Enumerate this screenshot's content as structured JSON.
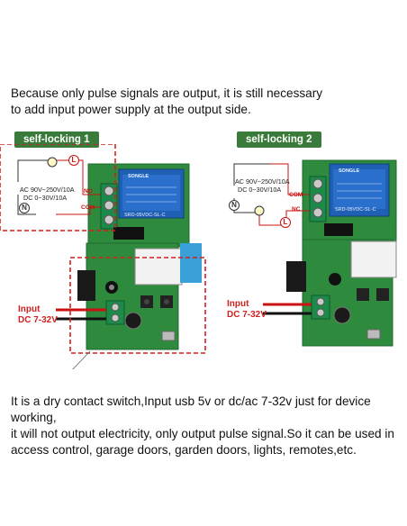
{
  "top_note": {
    "line1": "Because only pulse signals are output, it is still necessary",
    "line2": "to add input power supply at the output side."
  },
  "left_panel": {
    "tag": "self-locking 1",
    "ac_text": "AC 90V~250V/10A",
    "dc_text": "DC 0~30V/10A",
    "no_label": "NO",
    "com_label": "COM",
    "l_symbol": "L",
    "n_symbol": "N",
    "input_label": "Input",
    "dc_label": "DC 7-32V"
  },
  "right_panel": {
    "tag": "self-locking 2",
    "ac_text": "AC 90V~250V/10A",
    "dc_text": "DC 0~30V/10A",
    "com_label": "COM",
    "nc_label": "NC",
    "l_symbol": "L",
    "n_symbol": "N",
    "input_label": "Input",
    "dc_label": "DC 7-32V"
  },
  "relay": {
    "brand": "SONGLE",
    "model": "SRD-05VDC-SL-C"
  },
  "bottom_note": {
    "line1": "It is a dry contact switch,Input usb 5v or dc/ac 7-32v just for device working,",
    "line2": "it will not output electricity, only output pulse signal.So it can be used in",
    "line3": "access control, garage doors, garden doors, lights, remotes,etc."
  },
  "colors": {
    "pcb_green": "#2e8b3e",
    "tag_green": "#3a7a3a",
    "accent_red": "#d21f1f",
    "relay_blue": "#1f5fb4"
  }
}
